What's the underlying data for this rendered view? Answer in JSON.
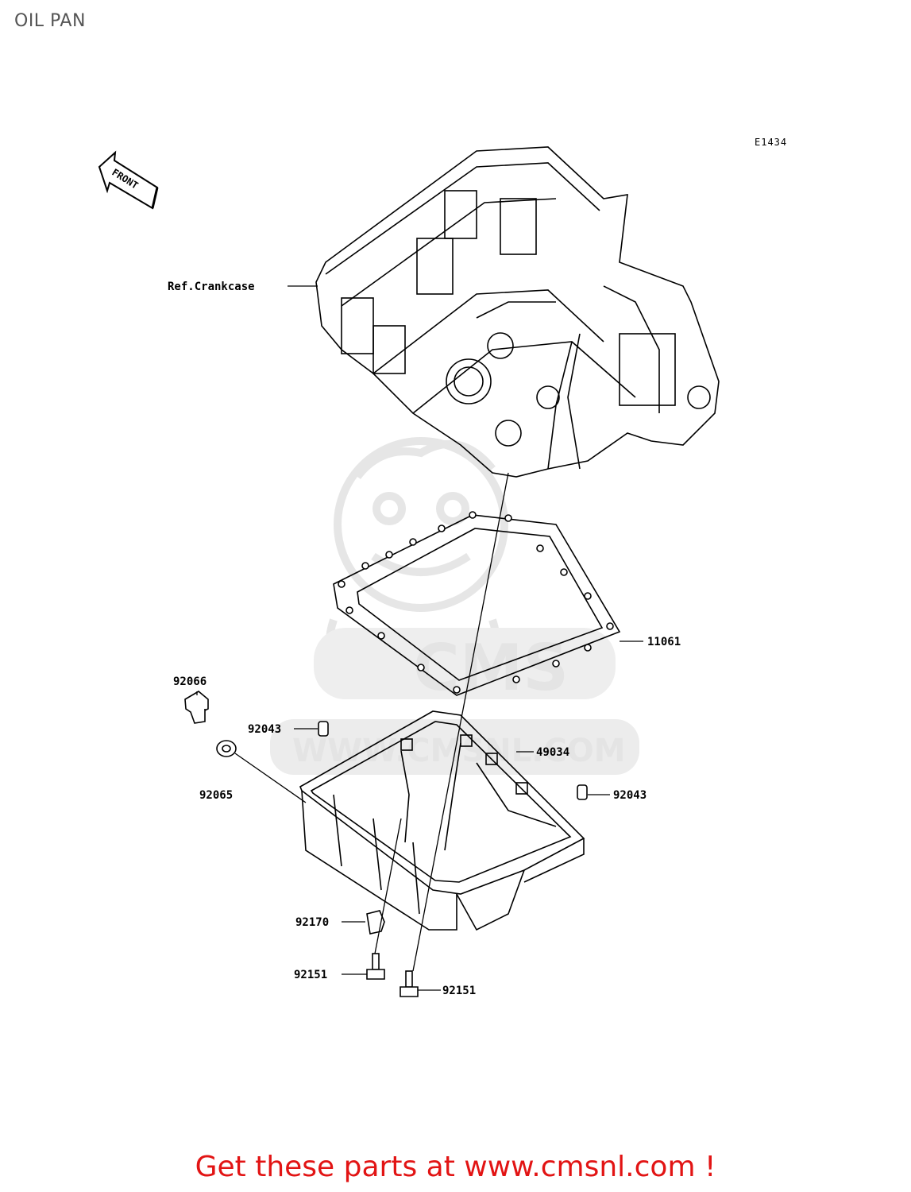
{
  "page": {
    "title": "OIL PAN",
    "diagram_code": "E1434",
    "call_to_action": "Get these parts at www.cmsnl.com !"
  },
  "diagram": {
    "front_arrow_label": "FRONT",
    "watermark": {
      "logo_text": "CMS",
      "url_text": "WWW.CMSNL.COM"
    },
    "parts": [
      {
        "id": "crankcase",
        "label": "Ref.Crankcase"
      },
      {
        "id": "gasket",
        "label": "11061"
      },
      {
        "id": "plug",
        "label": "92066"
      },
      {
        "id": "dowel-left",
        "label": "92043"
      },
      {
        "id": "oil-pan",
        "label": "49034"
      },
      {
        "id": "washer",
        "label": "92065"
      },
      {
        "id": "dowel-right",
        "label": "92043"
      },
      {
        "id": "clamp",
        "label": "92170"
      },
      {
        "id": "bolt-left",
        "label": "92151"
      },
      {
        "id": "bolt-right",
        "label": "92151"
      }
    ]
  },
  "colors": {
    "title": "#555555",
    "call_to_action": "#e21414",
    "line": "#000000",
    "watermark": "#e4e4e4"
  }
}
